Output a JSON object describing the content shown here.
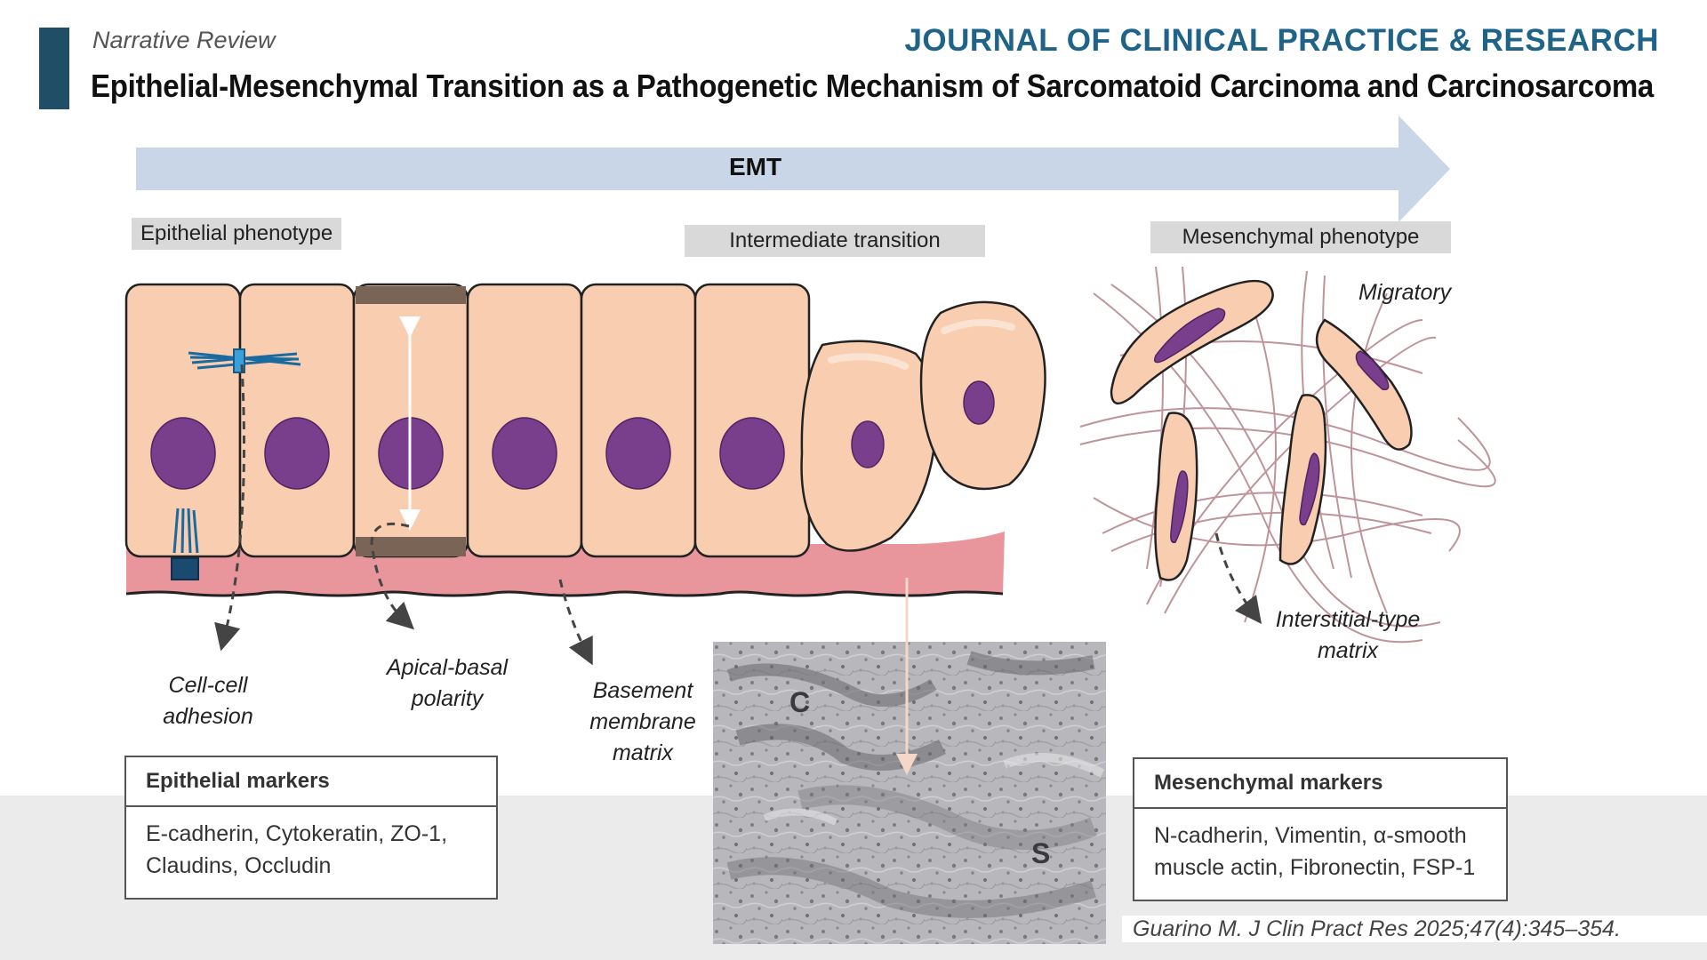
{
  "header": {
    "article_type": "Narrative Review",
    "journal": "JOURNAL OF CLINICAL PRACTICE & RESEARCH",
    "title": "Epithelial-Mesenchymal Transition as a Pathogenetic Mechanism of Sarcomatoid Carcinoma and Carcinosarcoma"
  },
  "diagram": {
    "arrow_label": "EMT",
    "phases": {
      "epithelial": "Epithelial phenotype",
      "intermediate": "Intermediate transition",
      "mesenchymal": "Mesenchymal phenotype"
    },
    "labels": {
      "migratory": "Migratory",
      "interstitial_l1": "Interstitial-type",
      "interstitial_l2": "matrix",
      "cell_cell_l1": "Cell-cell",
      "cell_cell_l2": "adhesion",
      "polarity_l1": "Apical-basal",
      "polarity_l2": "polarity",
      "basement_l1": "Basement",
      "basement_l2": "membrane",
      "basement_l3": "matrix"
    },
    "micrograph": {
      "label_c": "C",
      "label_s": "S"
    }
  },
  "epithelial_markers": {
    "heading": "Epithelial markers",
    "line1": "E-cadherin, Cytokeratin, ZO-1,",
    "line2": "Claudins, Occludin"
  },
  "mesenchymal_markers": {
    "heading": "Mesenchymal markers",
    "line1": "N-cadherin, Vimentin, α-smooth",
    "line2": "muscle actin, Fibronectin, FSP-1"
  },
  "citation": "Guarino M.  J Clin Pract Res 2025;47(4):345–354.",
  "colors": {
    "accent": "#1f4e66",
    "journal_blue": "#1f6488",
    "arrow": "#c8d6e8",
    "cell_fill": "#f8cdb0",
    "nucleus": "#7a3f8c",
    "basement": "#e9959c"
  }
}
